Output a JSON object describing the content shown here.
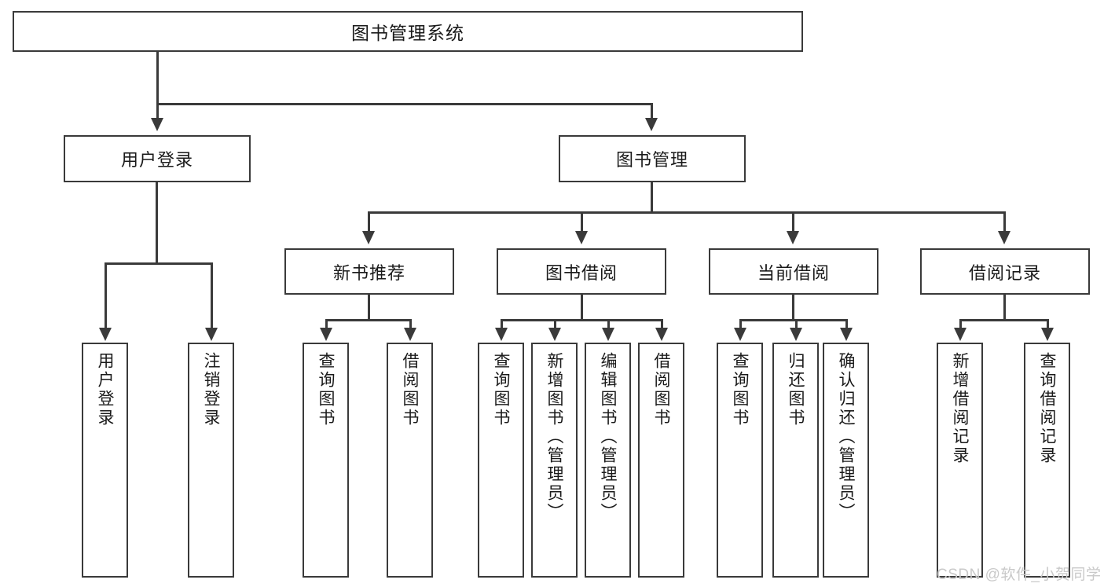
{
  "diagram": {
    "type": "tree-hierarchy-chart",
    "title": "图书管理系统",
    "root": {
      "id": "root",
      "label": "图书管理系统"
    },
    "level2": [
      {
        "id": "user-login",
        "label": "用户登录"
      },
      {
        "id": "book-management",
        "label": "图书管理"
      }
    ],
    "level3": [
      {
        "id": "new-book-recommend",
        "label": "新书推荐",
        "parent": "book-management"
      },
      {
        "id": "book-borrow",
        "label": "图书借阅",
        "parent": "book-management"
      },
      {
        "id": "current-borrow",
        "label": "当前借阅",
        "parent": "book-management"
      },
      {
        "id": "borrow-record",
        "label": "借阅记录",
        "parent": "book-management"
      }
    ],
    "leaves": {
      "user_login": [
        {
          "id": "leaf-user-login",
          "label": "用户登录"
        },
        {
          "id": "leaf-user-logout",
          "label": "注销登录"
        }
      ],
      "new_book_recommend": [
        {
          "id": "leaf-query-book-1",
          "label": "查询图书"
        },
        {
          "id": "leaf-borrow-book-1",
          "label": "借阅图书"
        }
      ],
      "book_borrow": [
        {
          "id": "leaf-query-book-2",
          "label": "查询图书"
        },
        {
          "id": "leaf-add-book",
          "label": "新增图书（管理员）"
        },
        {
          "id": "leaf-edit-book",
          "label": "编辑图书（管理员）"
        },
        {
          "id": "leaf-borrow-book-2",
          "label": "借阅图书"
        }
      ],
      "current_borrow": [
        {
          "id": "leaf-query-book-3",
          "label": "查询图书"
        },
        {
          "id": "leaf-return-book",
          "label": "归还图书"
        },
        {
          "id": "leaf-confirm-return",
          "label": "确认归还（管理员）"
        }
      ],
      "borrow_record": [
        {
          "id": "leaf-add-record",
          "label": "新增借阅记录"
        },
        {
          "id": "leaf-query-record",
          "label": "查询借阅记录"
        }
      ]
    },
    "colors": {
      "stroke": "#3a3a3a",
      "fill": "#ffffff",
      "text": "#1a1a1a",
      "watermark": "#c9c9c9"
    }
  },
  "watermark": {
    "text": "CSDN @软件_小贺同学"
  }
}
